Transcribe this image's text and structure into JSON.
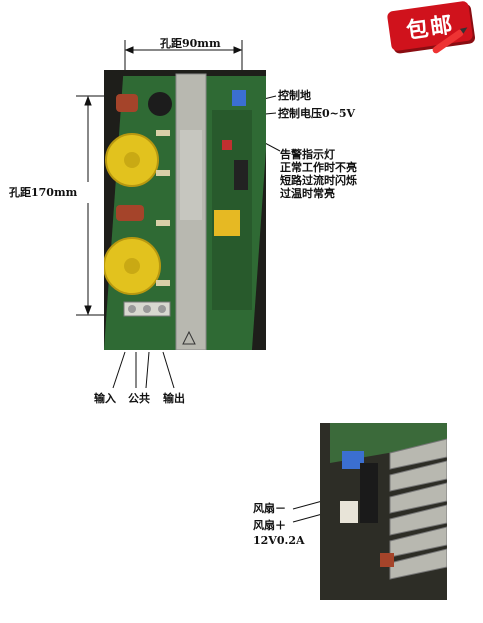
{
  "badge": {
    "text": "包邮"
  },
  "dims": {
    "hole_width": "孔距90mm",
    "hole_height": "孔距170mm"
  },
  "right_labels": {
    "control_ground": "控制地",
    "control_voltage": "控制电压0~5V",
    "alarm_lines": [
      "告警指示灯",
      "正常工作时不亮",
      "短路过流时闪烁",
      "过温时常亮"
    ]
  },
  "bottom_labels": {
    "input": "输入",
    "common": "公共",
    "output": "输出"
  },
  "fan_labels": {
    "fan_minus": "风扇－",
    "fan_plus": "风扇＋",
    "fan_spec": "12V0.2A"
  },
  "colors": {
    "badge_red": "#d0121c",
    "pcb_green": "#2f6a34",
    "heatsink_silver": "#b8b8b0",
    "toroid_yellow": "#e2c21e"
  }
}
